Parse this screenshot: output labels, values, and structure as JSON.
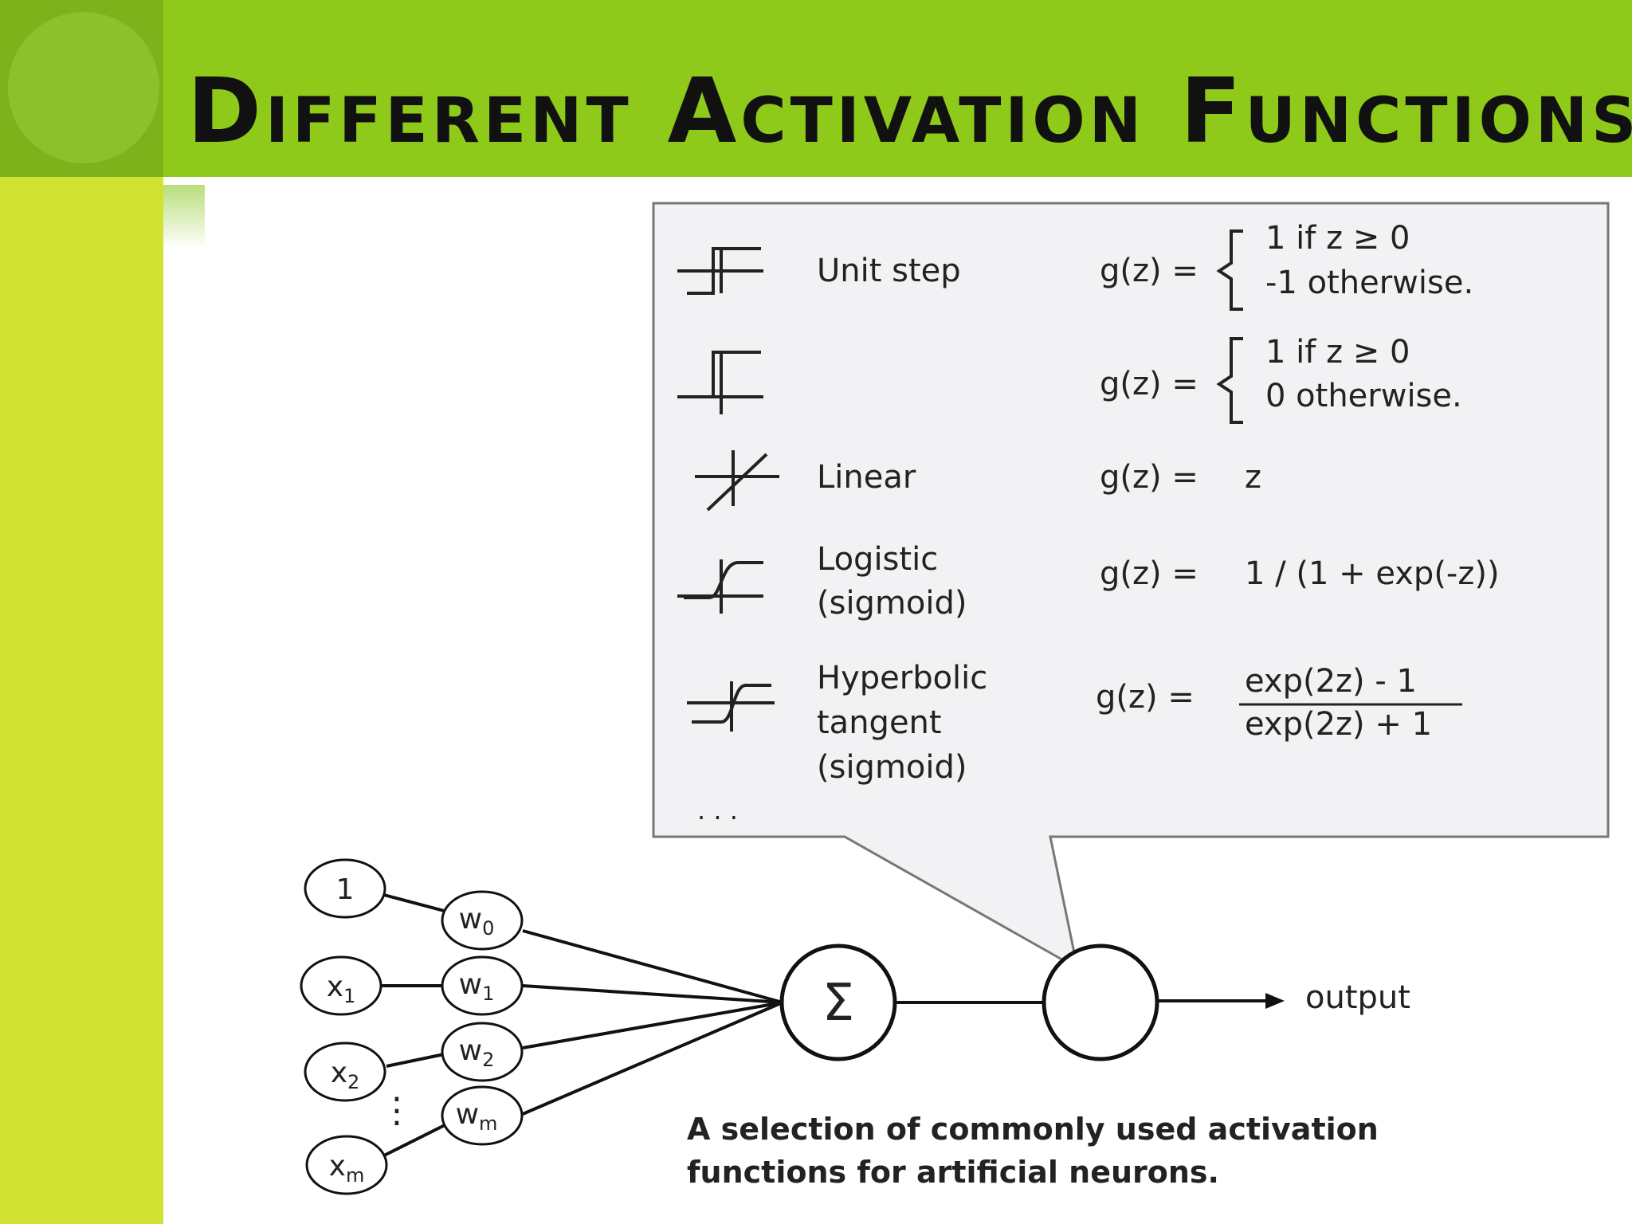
{
  "slide": {
    "title": "Different Activation Functions"
  },
  "table": {
    "rows": [
      {
        "name_lines": [
          "Unit step"
        ],
        "lhs": "g(z) =",
        "cases": [
          "1 if z ≥ 0",
          "-1 otherwise."
        ],
        "icon": "unit-step-icon"
      },
      {
        "name_lines": [],
        "lhs": "g(z) =",
        "cases": [
          "1 if z ≥ 0",
          "0 otherwise."
        ],
        "icon": "heaviside-step-icon"
      },
      {
        "name_lines": [
          "Linear"
        ],
        "lhs": "g(z) =",
        "rhs": "z",
        "icon": "linear-icon"
      },
      {
        "name_lines": [
          "Logistic",
          "(sigmoid)"
        ],
        "lhs": "g(z) =",
        "rhs": "1 / (1 + exp(-z))",
        "icon": "logistic-sigmoid-icon"
      },
      {
        "name_lines": [
          "Hyperbolic",
          "tangent",
          "(sigmoid)"
        ],
        "lhs": "g(z) =",
        "numerator": "exp(2z) - 1",
        "denominator": "exp(2z) + 1",
        "icon": "tanh-sigmoid-icon"
      }
    ],
    "ellipsis": ". . ."
  },
  "neuron": {
    "bias_input": "1",
    "inputs": [
      {
        "base": "x",
        "sub": "1"
      },
      {
        "base": "x",
        "sub": "2"
      },
      {
        "base": "x",
        "sub": "m"
      }
    ],
    "weights": [
      {
        "base": "w",
        "sub": "0"
      },
      {
        "base": "w",
        "sub": "1"
      },
      {
        "base": "w",
        "sub": "2"
      },
      {
        "base": "w",
        "sub": "m"
      }
    ],
    "sum_symbol": "Σ",
    "output_label": "output",
    "vertical_dots": "⋮"
  },
  "caption": {
    "line1": "A selection of commonly used activation",
    "line2": "functions for artificial neurons."
  },
  "colors": {
    "title_band": "#8fca1a",
    "side_bar": "#d2e233",
    "callout_fill": "#f2f2f4",
    "ink": "#222222"
  }
}
